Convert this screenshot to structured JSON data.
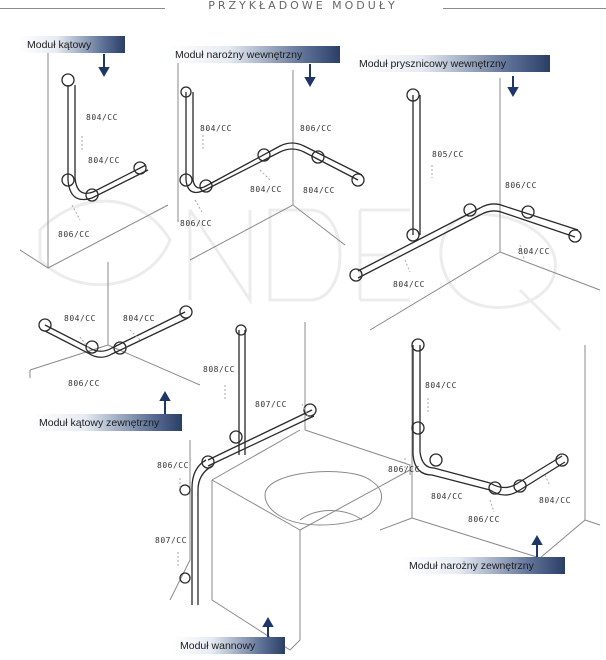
{
  "header": {
    "title": "PRZYKŁADOWE MODUŁY"
  },
  "modules": {
    "katowy": "Moduł kątowy",
    "narozny_wewnetrzny": "Moduł narożny wewnętrzny",
    "prysznicowy_wewnetrzny": "Moduł prysznicowy wewnętrzny",
    "katowy_zewnetrzny": "Moduł kątowy zewnętrzny",
    "wannowy": "Moduł wannowy",
    "narozny_zewnetrzny": "Moduł narożny zewnętrzny"
  },
  "codes": {
    "c804": "804/CC",
    "c805": "805/CC",
    "c806": "806/CC",
    "c807": "807/CC",
    "c808": "808/CC"
  },
  "colors": {
    "arrow": "#1e3766",
    "line": "#7a7a7a",
    "pipe": "#2a2a2a"
  }
}
